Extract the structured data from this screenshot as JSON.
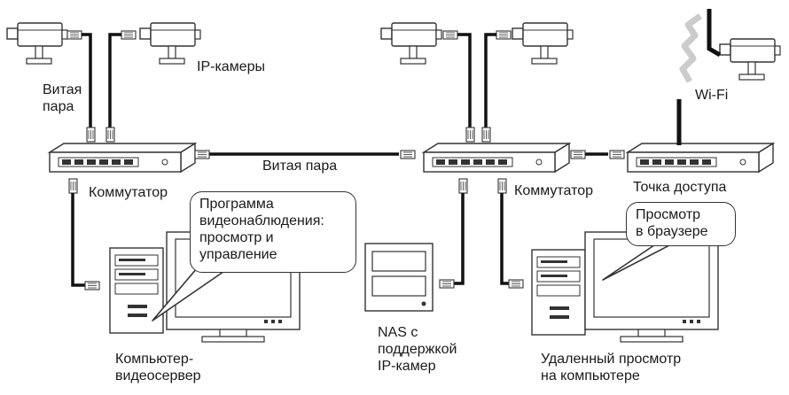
{
  "labels": {
    "twisted_pair_top": [
      "Витая",
      "пара"
    ],
    "ip_cameras": "IP-камеры",
    "twisted_pair_mid": "Витая пара",
    "switch_left": "Коммутатор",
    "switch_right": "Коммутатор",
    "access_point": "Точка доступа",
    "wifi": "Wi-Fi",
    "nas": [
      "NAS с",
      "поддержкой",
      "IP-камер"
    ],
    "video_server": [
      "Компьютер-",
      "видеосервер"
    ],
    "remote_view": [
      "Удаленный просмотр",
      "на компьютере"
    ]
  },
  "bubbles": {
    "software": [
      "Программа",
      "видеонаблюдения:",
      "просмотр и",
      "управление"
    ],
    "browser": [
      "Просмотр",
      "в браузере"
    ]
  }
}
